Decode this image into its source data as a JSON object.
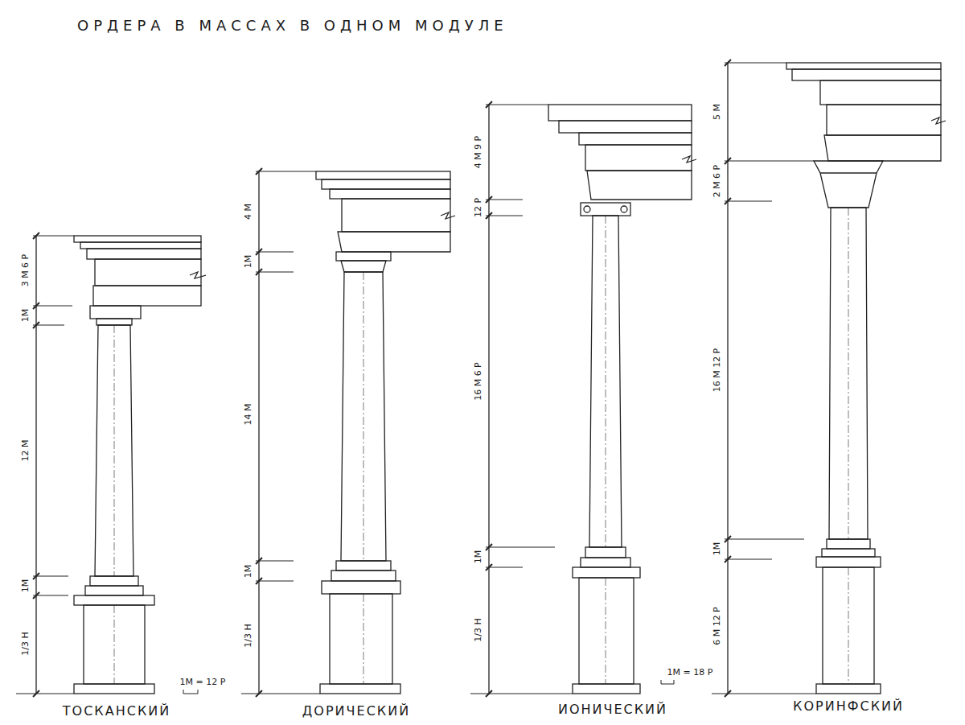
{
  "diagram": {
    "title": "ОРДЕРА В МАССАХ В ОДНОМ МОДУЛЕ",
    "labels": [
      "3 М 6 Р",
      "1М",
      "12 М",
      "1М",
      "1/3 Н",
      "1М = 12 Р",
      "ТОСКАНСКИЙ",
      "4 М",
      "1М",
      "14 М",
      "1М",
      "1/3 Н",
      "ДОРИЧЕСКИЙ",
      "4 М 9 Р",
      "12 Р",
      "16 М 6 Р",
      "1М",
      "1/3 Н",
      "1М = 18 Р",
      "ИОНИЧЕСКИЙ",
      "5 М",
      "2 М 6 Р",
      "16 М 12 Р",
      "1М",
      "6 М 12 Р",
      "КОРИНФСКИЙ"
    ]
  }
}
